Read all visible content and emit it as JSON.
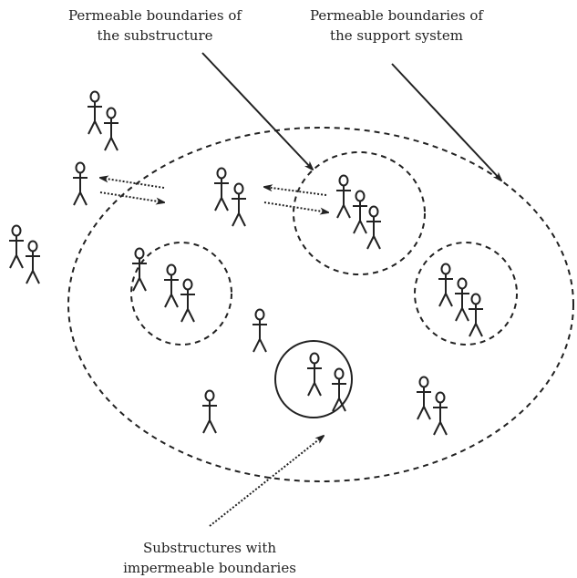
{
  "labels": {
    "substructure_boundary": [
      "Permeable boundaries of",
      "the substructure"
    ],
    "support_boundary": [
      "Permeable boundaries of",
      "the support system"
    ],
    "impermeable": [
      "Substructures with",
      "impermeable boundaries"
    ]
  },
  "colors": {
    "ink": "#222222",
    "background": "#ffffff"
  }
}
